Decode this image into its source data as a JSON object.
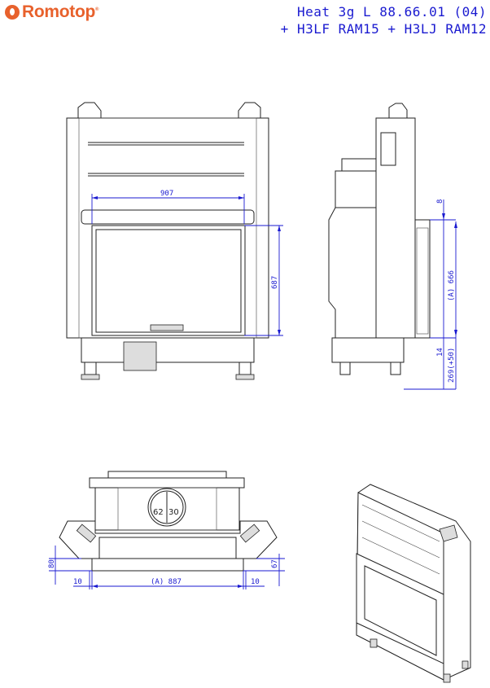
{
  "brand": {
    "name": "Romotop",
    "registered": "®"
  },
  "title": {
    "line1": "Heat 3g L 88.66.01 (04)",
    "line2": "+ H3LF RAM15 + H3LJ RAM12"
  },
  "dimensions": {
    "front_width": "907",
    "front_height": "687",
    "side_top": "8",
    "side_height": "(A) 666",
    "side_gap": "14",
    "side_base": "269(+50)",
    "top_left_height": "80",
    "top_right_height": "67",
    "top_left_margin": "10",
    "top_width": "(A) 887",
    "top_right_margin": "10",
    "flue_left": "62",
    "flue_right": "30"
  },
  "colors": {
    "brand": "#e8612c",
    "dimension": "#1a1ad0"
  }
}
